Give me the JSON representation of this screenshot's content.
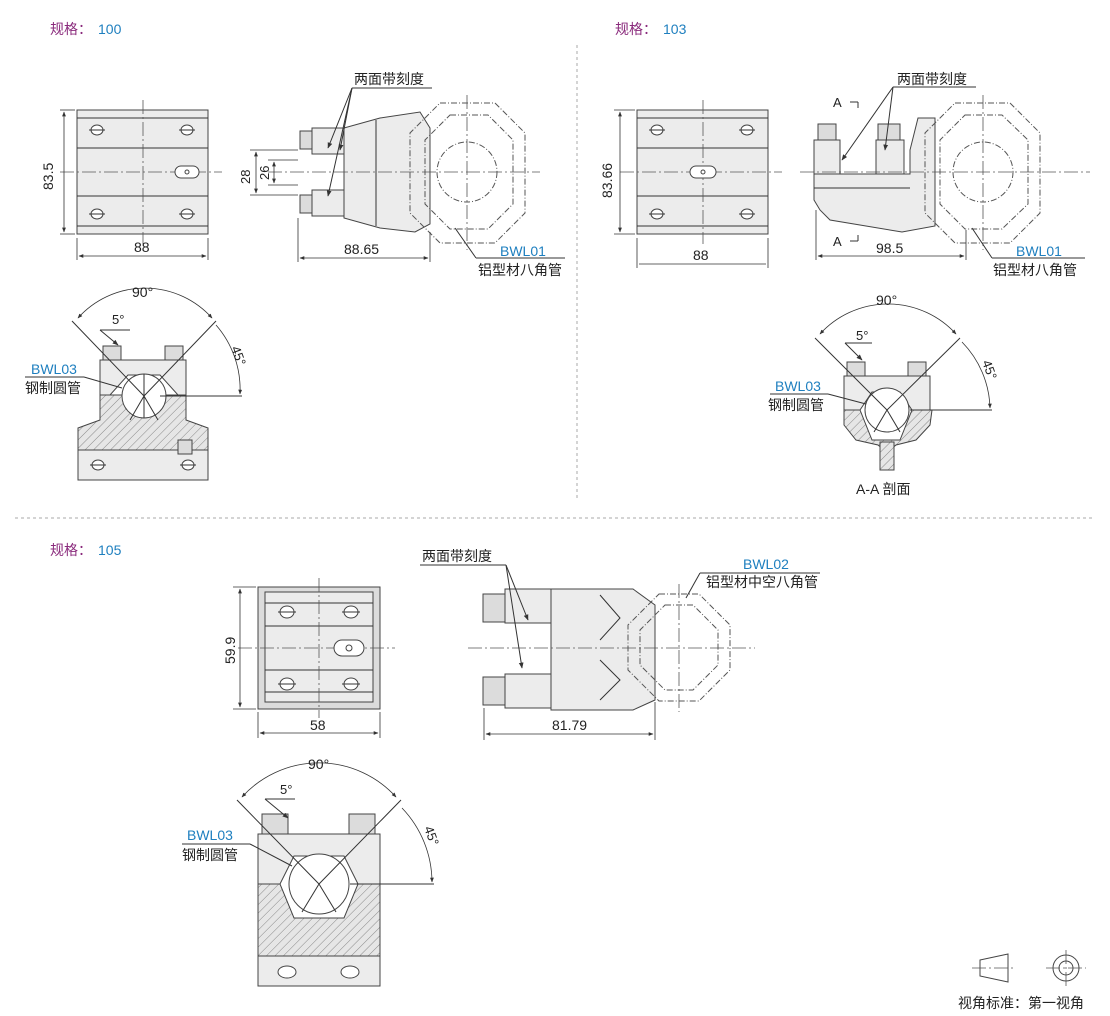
{
  "spec_label": "规格：",
  "specs": {
    "s100": {
      "value": "100",
      "dim_height": "83.5",
      "dim_width": "88",
      "dim_outer": "28",
      "dim_inner": "26",
      "dim_length": "88.65",
      "scale_label": "两面带刻度",
      "octagon_code": "BWL01",
      "octagon_name": "铝型材八角管",
      "angle_total": "90°",
      "angle_step": "5°",
      "angle_side": "45°",
      "round_code": "BWL03",
      "round_name": "钢制圆管"
    },
    "s103": {
      "value": "103",
      "dim_height": "83.66",
      "dim_width": "88",
      "dim_length": "98.5",
      "scale_label": "两面带刻度",
      "section_mark": "A",
      "octagon_code": "BWL01",
      "octagon_name": "铝型材八角管",
      "angle_total": "90°",
      "angle_step": "5°",
      "angle_side": "45°",
      "round_code": "BWL03",
      "round_name": "钢制圆管",
      "section_title": "A-A 剖面"
    },
    "s105": {
      "value": "105",
      "dim_height": "59.9",
      "dim_width": "58",
      "dim_length": "81.79",
      "scale_label": "两面带刻度",
      "octagon_code": "BWL02",
      "octagon_name": "铝型材中空八角管",
      "angle_total": "90°",
      "angle_step": "5°",
      "angle_side": "45°",
      "round_code": "BWL03",
      "round_name": "钢制圆管"
    }
  },
  "view_standard": "视角标准：第一视角",
  "colors": {
    "spec_label": "#8a2a7c",
    "spec_value": "#1e7fbf",
    "code": "#1e7fbf",
    "body": "#ececec"
  }
}
